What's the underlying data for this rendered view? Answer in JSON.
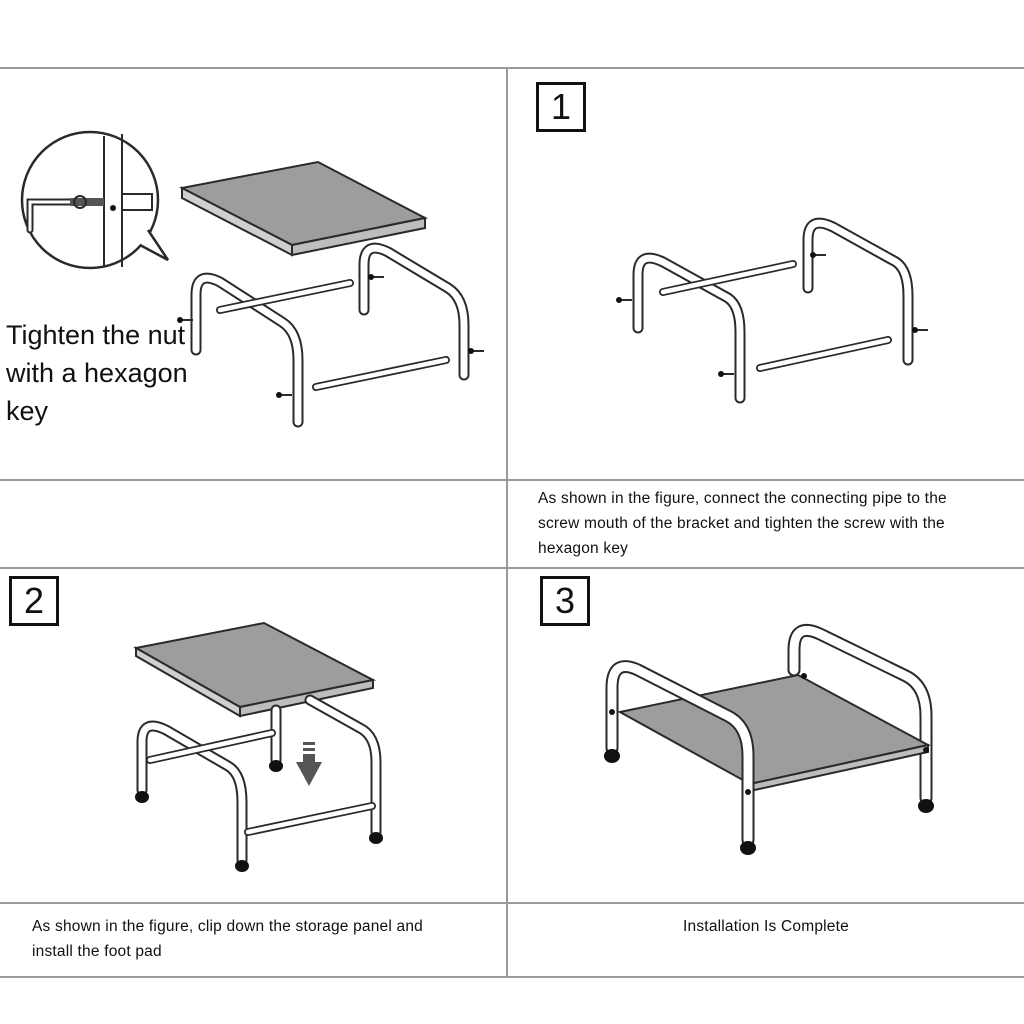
{
  "tip": {
    "text_line1": "Tighten the nut",
    "text_line2": "with a hexagon",
    "text_line3": "key"
  },
  "steps": [
    {
      "number": "1",
      "caption_line1": "As shown in the figure, connect the connecting pipe to the",
      "caption_line2": "screw mouth of the bracket and tighten the screw with the",
      "caption_line3": "hexagon key"
    },
    {
      "number": "2",
      "caption_line1": "As shown in the figure, clip down the storage panel and",
      "caption_line2": "install the foot pad"
    },
    {
      "number": "3",
      "caption_line1": "Installation Is Complete"
    }
  ],
  "colors": {
    "panel_fill": "#9d9d9d",
    "frame_stroke": "#2a2a2a",
    "divider": "#9a9a9a",
    "foot_pad": "#111111"
  }
}
